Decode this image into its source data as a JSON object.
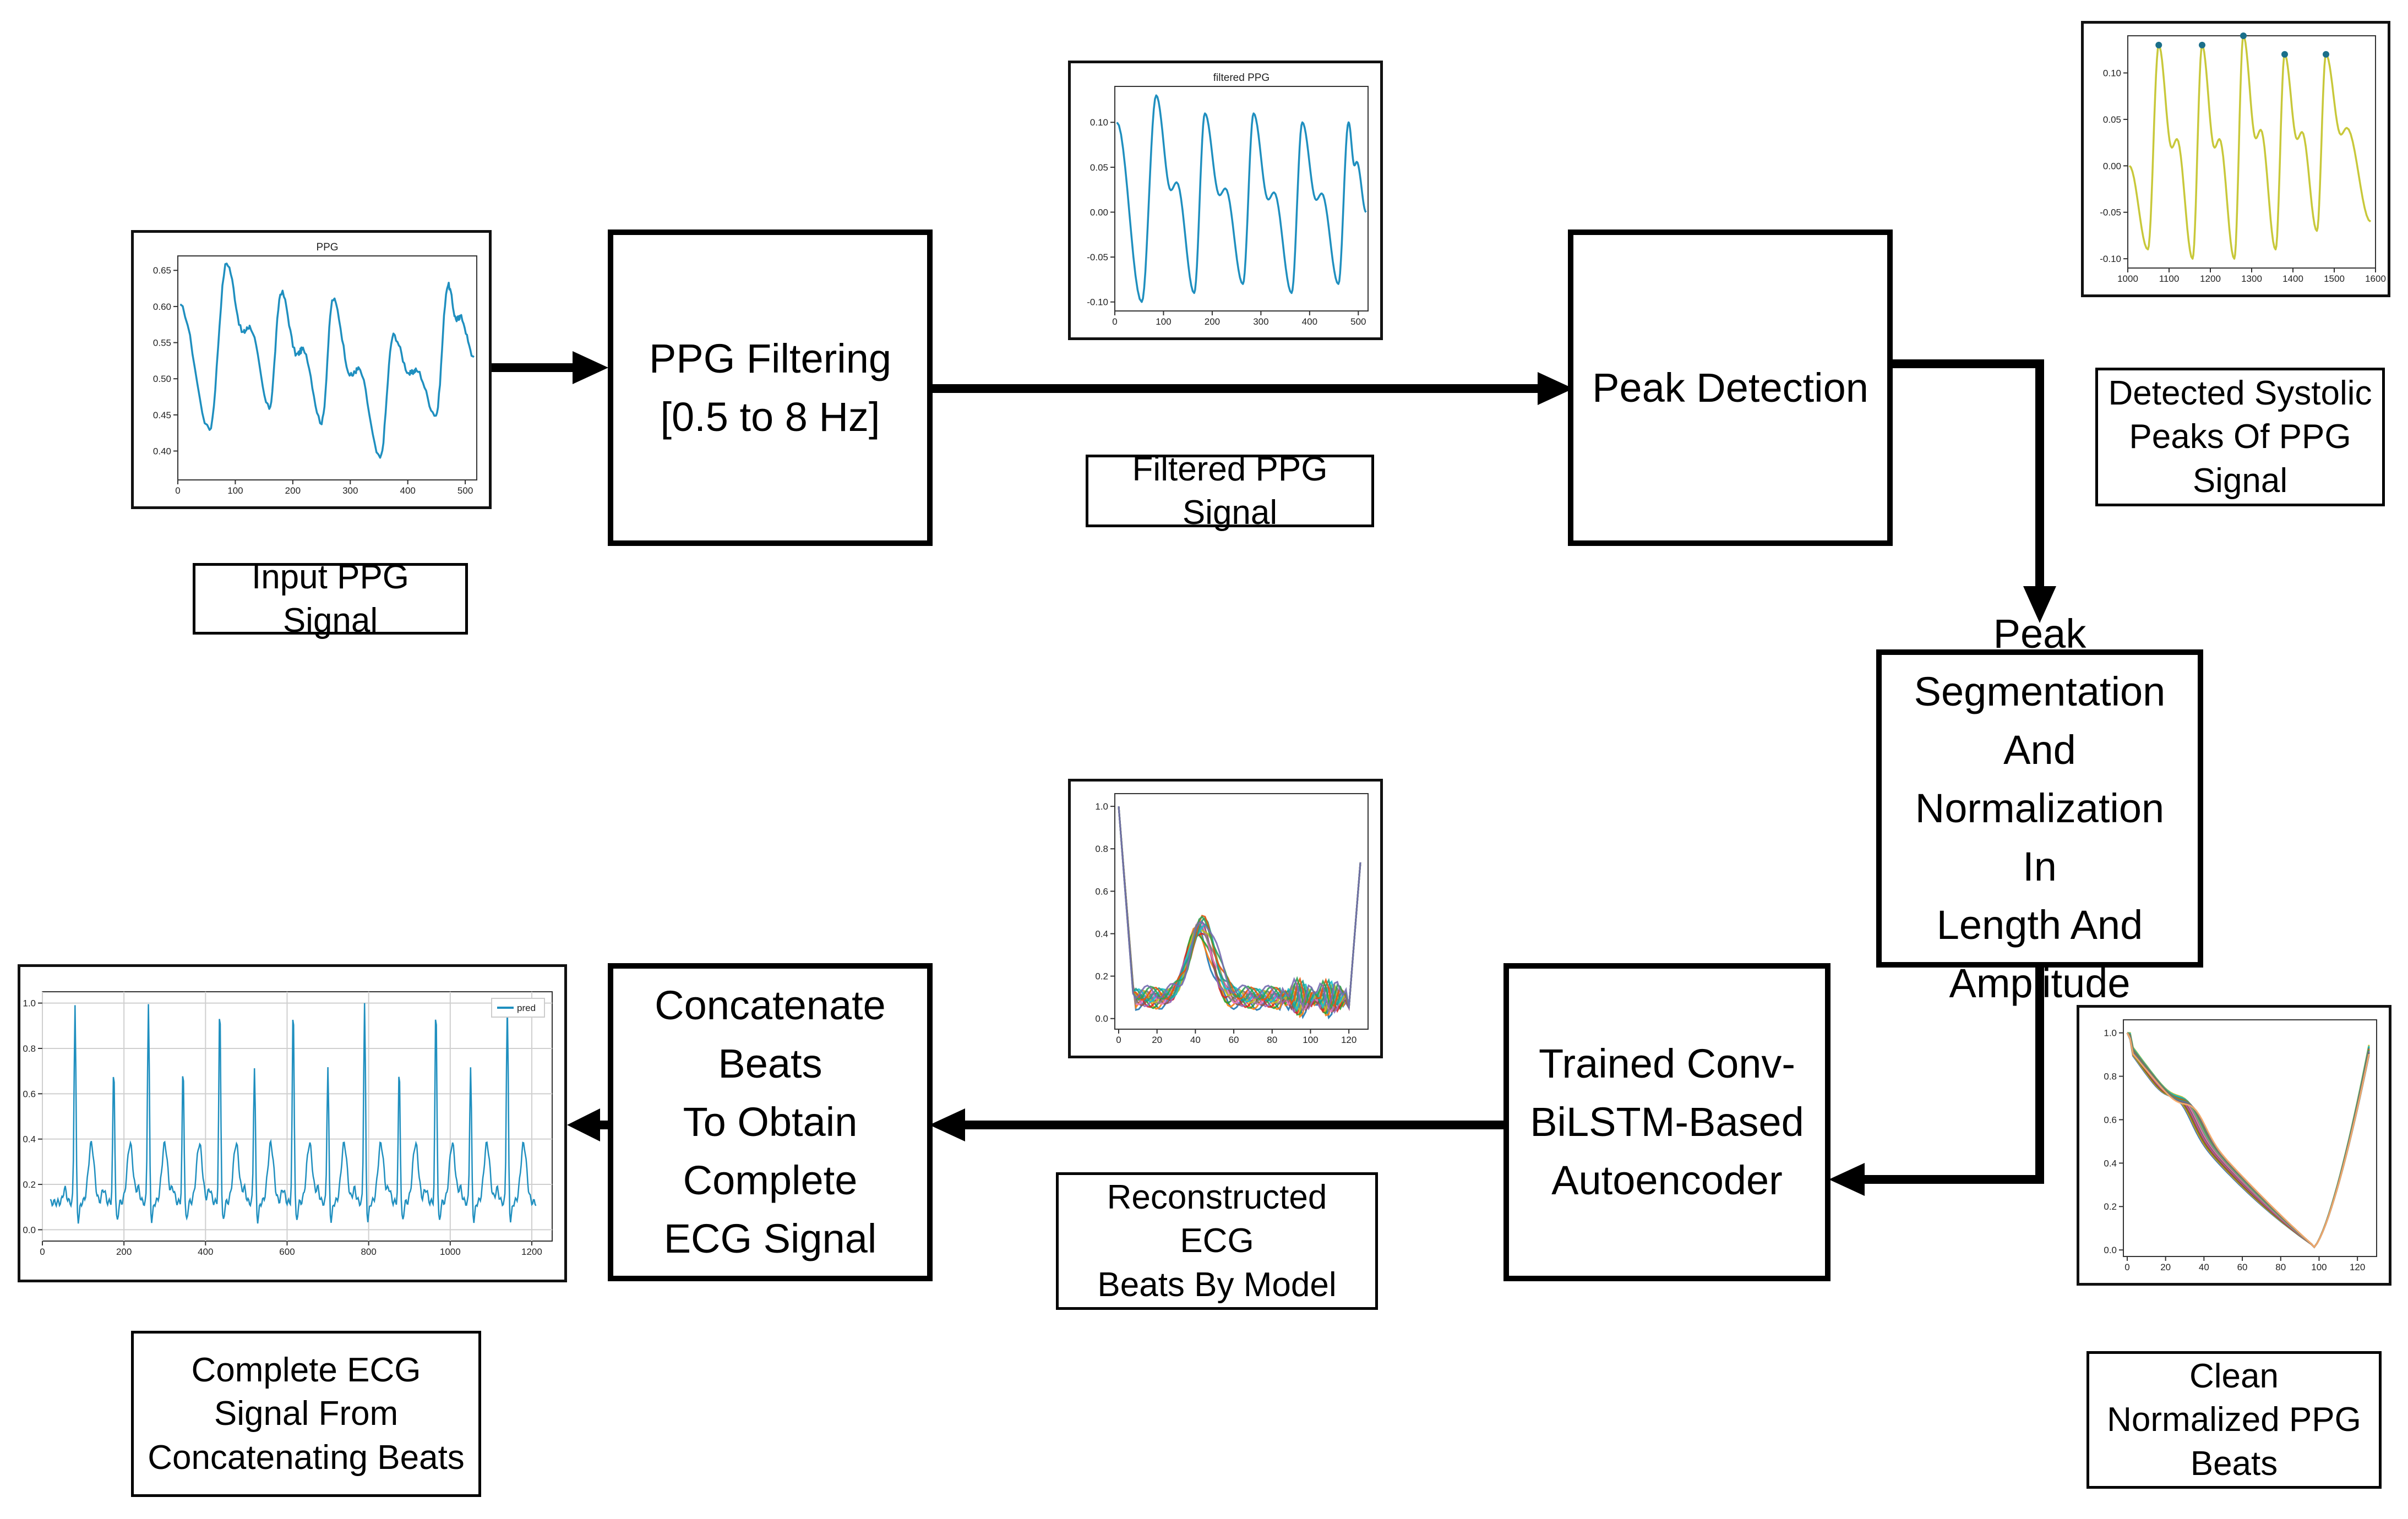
{
  "colors": {
    "ppg": "#1f8fbf",
    "peak": "#c8c83a",
    "peak_marker": "#1a6f8a",
    "frame": "#000000"
  },
  "process": {
    "filtering": "PPG Filtering\n[0.5 to 8 Hz]",
    "peak_detection": "Peak Detection",
    "segmentation": "Peak Segmentation\nAnd Normalization In\nLength And\nAmplitude",
    "autoencoder": "Trained Conv-\nBiLSTM-Based\nAutoencoder",
    "concatenate": "Concatenate Beats\nTo Obtain Complete\nECG Signal"
  },
  "labels": {
    "input_ppg": "Input PPG Signal",
    "filtered_ppg": "Filtered PPG Signal",
    "detected_peaks": "Detected Systolic\nPeaks Of PPG Signal",
    "clean_beats": "Clean Normalized PPG\nBeats",
    "reconstructed": "Reconstructed ECG\nBeats By Model",
    "complete_ecg": "Complete ECG Signal From\nConcatenating Beats"
  },
  "chart_data": [
    {
      "id": "input_ppg",
      "type": "line",
      "title": "PPG",
      "xlim": [
        0,
        520
      ],
      "ylim": [
        0.36,
        0.67
      ],
      "xticks": [
        "0",
        "100",
        "200",
        "300",
        "400",
        "500"
      ],
      "yticks": [
        "0.40",
        "0.45",
        "0.50",
        "0.55",
        "0.60",
        "0.65"
      ],
      "beat_peaks_x": [
        85,
        180,
        270,
        375,
        470
      ],
      "beat_peaks_y": [
        0.66,
        0.62,
        0.61,
        0.56,
        0.63
      ],
      "beat_troughs_y": [
        0.43,
        0.46,
        0.44,
        0.39,
        0.45
      ],
      "start_y": 0.6,
      "end_y": 0.53
    },
    {
      "id": "filtered_ppg",
      "type": "line",
      "title": "filtered PPG",
      "xlim": [
        0,
        520
      ],
      "ylim": [
        -0.11,
        0.14
      ],
      "xticks": [
        "0",
        "100",
        "200",
        "300",
        "400",
        "500"
      ],
      "yticks": [
        "-0.10",
        "-0.05",
        "0.00",
        "0.05",
        "0.10"
      ],
      "beat_peaks_x": [
        85,
        185,
        285,
        385,
        480
      ],
      "beat_peaks_y": [
        0.13,
        0.11,
        0.11,
        0.1,
        0.1
      ],
      "beat_troughs_y": [
        -0.1,
        -0.09,
        -0.08,
        -0.09,
        -0.08
      ],
      "start_y": 0.1,
      "end_y": 0.0
    },
    {
      "id": "detected_peaks",
      "type": "line",
      "xlim": [
        1000,
        1600
      ],
      "ylim": [
        -0.11,
        0.14
      ],
      "xticks": [
        "1000",
        "1100",
        "1200",
        "1300",
        "1400",
        "1500",
        "1600"
      ],
      "yticks": [
        "-0.10",
        "-0.05",
        "0.00",
        "0.05",
        "0.10"
      ],
      "beat_peaks_x": [
        1075,
        1180,
        1280,
        1380,
        1480
      ],
      "beat_peaks_y": [
        0.13,
        0.13,
        0.14,
        0.12,
        0.12
      ],
      "beat_troughs_y": [
        -0.09,
        -0.1,
        -0.1,
        -0.09,
        -0.07
      ],
      "start_y": 0.0,
      "end_y": -0.06
    },
    {
      "id": "clean_beats",
      "type": "line",
      "xlim": [
        -2,
        130
      ],
      "ylim": [
        -0.03,
        1.06
      ],
      "xticks": [
        "0",
        "20",
        "40",
        "60",
        "80",
        "100",
        "120"
      ],
      "yticks": [
        "0.0",
        "0.2",
        "0.4",
        "0.6",
        "0.8",
        "1.0"
      ],
      "n_series": 16
    },
    {
      "id": "reconstructed",
      "type": "line",
      "xlim": [
        -2,
        130
      ],
      "ylim": [
        -0.05,
        1.06
      ],
      "xticks": [
        "0",
        "20",
        "40",
        "60",
        "80",
        "100",
        "120"
      ],
      "yticks": [
        "0.0",
        "0.2",
        "0.4",
        "0.6",
        "0.8",
        "1.0"
      ],
      "n_series": 14
    },
    {
      "id": "complete_ecg",
      "type": "line",
      "legend": "pred",
      "xlim": [
        0,
        1250
      ],
      "ylim": [
        -0.05,
        1.05
      ],
      "xticks": [
        "0",
        "200",
        "400",
        "600",
        "800",
        "1000",
        "1200"
      ],
      "yticks": [
        "0.0",
        "0.2",
        "0.4",
        "0.6",
        "0.8",
        "1.0"
      ],
      "r_peaks_x": [
        80,
        175,
        260,
        345,
        435,
        520,
        615,
        700,
        790,
        875,
        965,
        1050,
        1140
      ]
    }
  ]
}
